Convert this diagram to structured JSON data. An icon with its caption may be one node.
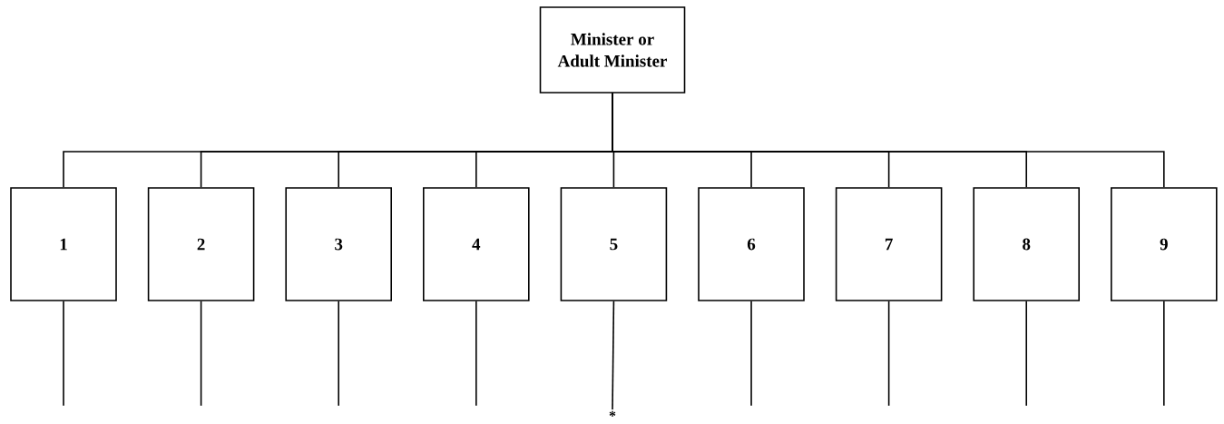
{
  "diagram": {
    "nodes": [
      {
        "text": [
          "Minister or Adult Minister"
        ]
      },
      {
        "text": [
          "1"
        ]
      },
      {
        "text": [
          "2"
        ]
      },
      {
        "text": [
          "3"
        ]
      },
      {
        "text": [
          "4"
        ]
      },
      {
        "text": [
          "5"
        ]
      },
      {
        "text": [
          "6"
        ]
      },
      {
        "text": [
          "7"
        ]
      },
      {
        "text": [
          "8"
        ]
      },
      {
        "text": [
          "9"
        ]
      },
      {
        "text": [
          "*"
        ]
      }
    ],
    "edges": [
      {
        "from": 0,
        "to": 1,
        "arrow": "none"
      },
      {
        "from": 0,
        "to": 2,
        "arrow": "none"
      },
      {
        "from": 0,
        "to": 3,
        "arrow": "none"
      },
      {
        "from": 0,
        "to": 4,
        "arrow": "none"
      },
      {
        "from": 0,
        "to": 5,
        "arrow": "none"
      },
      {
        "from": 0,
        "to": 6,
        "arrow": "none"
      },
      {
        "from": 0,
        "to": 7,
        "arrow": "none"
      },
      {
        "from": 0,
        "to": 8,
        "arrow": "none"
      },
      {
        "from": 0,
        "to": 9,
        "arrow": "none"
      },
      {
        "from": 1,
        "to": null,
        "arrow": "none"
      },
      {
        "from": 2,
        "to": null,
        "arrow": "none"
      },
      {
        "from": 3,
        "to": null,
        "arrow": "none"
      },
      {
        "from": 4,
        "to": null,
        "arrow": "none"
      },
      {
        "from": 5,
        "to": 10,
        "arrow": "none"
      },
      {
        "from": 6,
        "to": null,
        "arrow": "none"
      },
      {
        "from": 7,
        "to": null,
        "arrow": "none"
      },
      {
        "from": 8,
        "to": null,
        "arrow": "none"
      },
      {
        "from": 9,
        "to": null,
        "arrow": "none"
      }
    ]
  }
}
